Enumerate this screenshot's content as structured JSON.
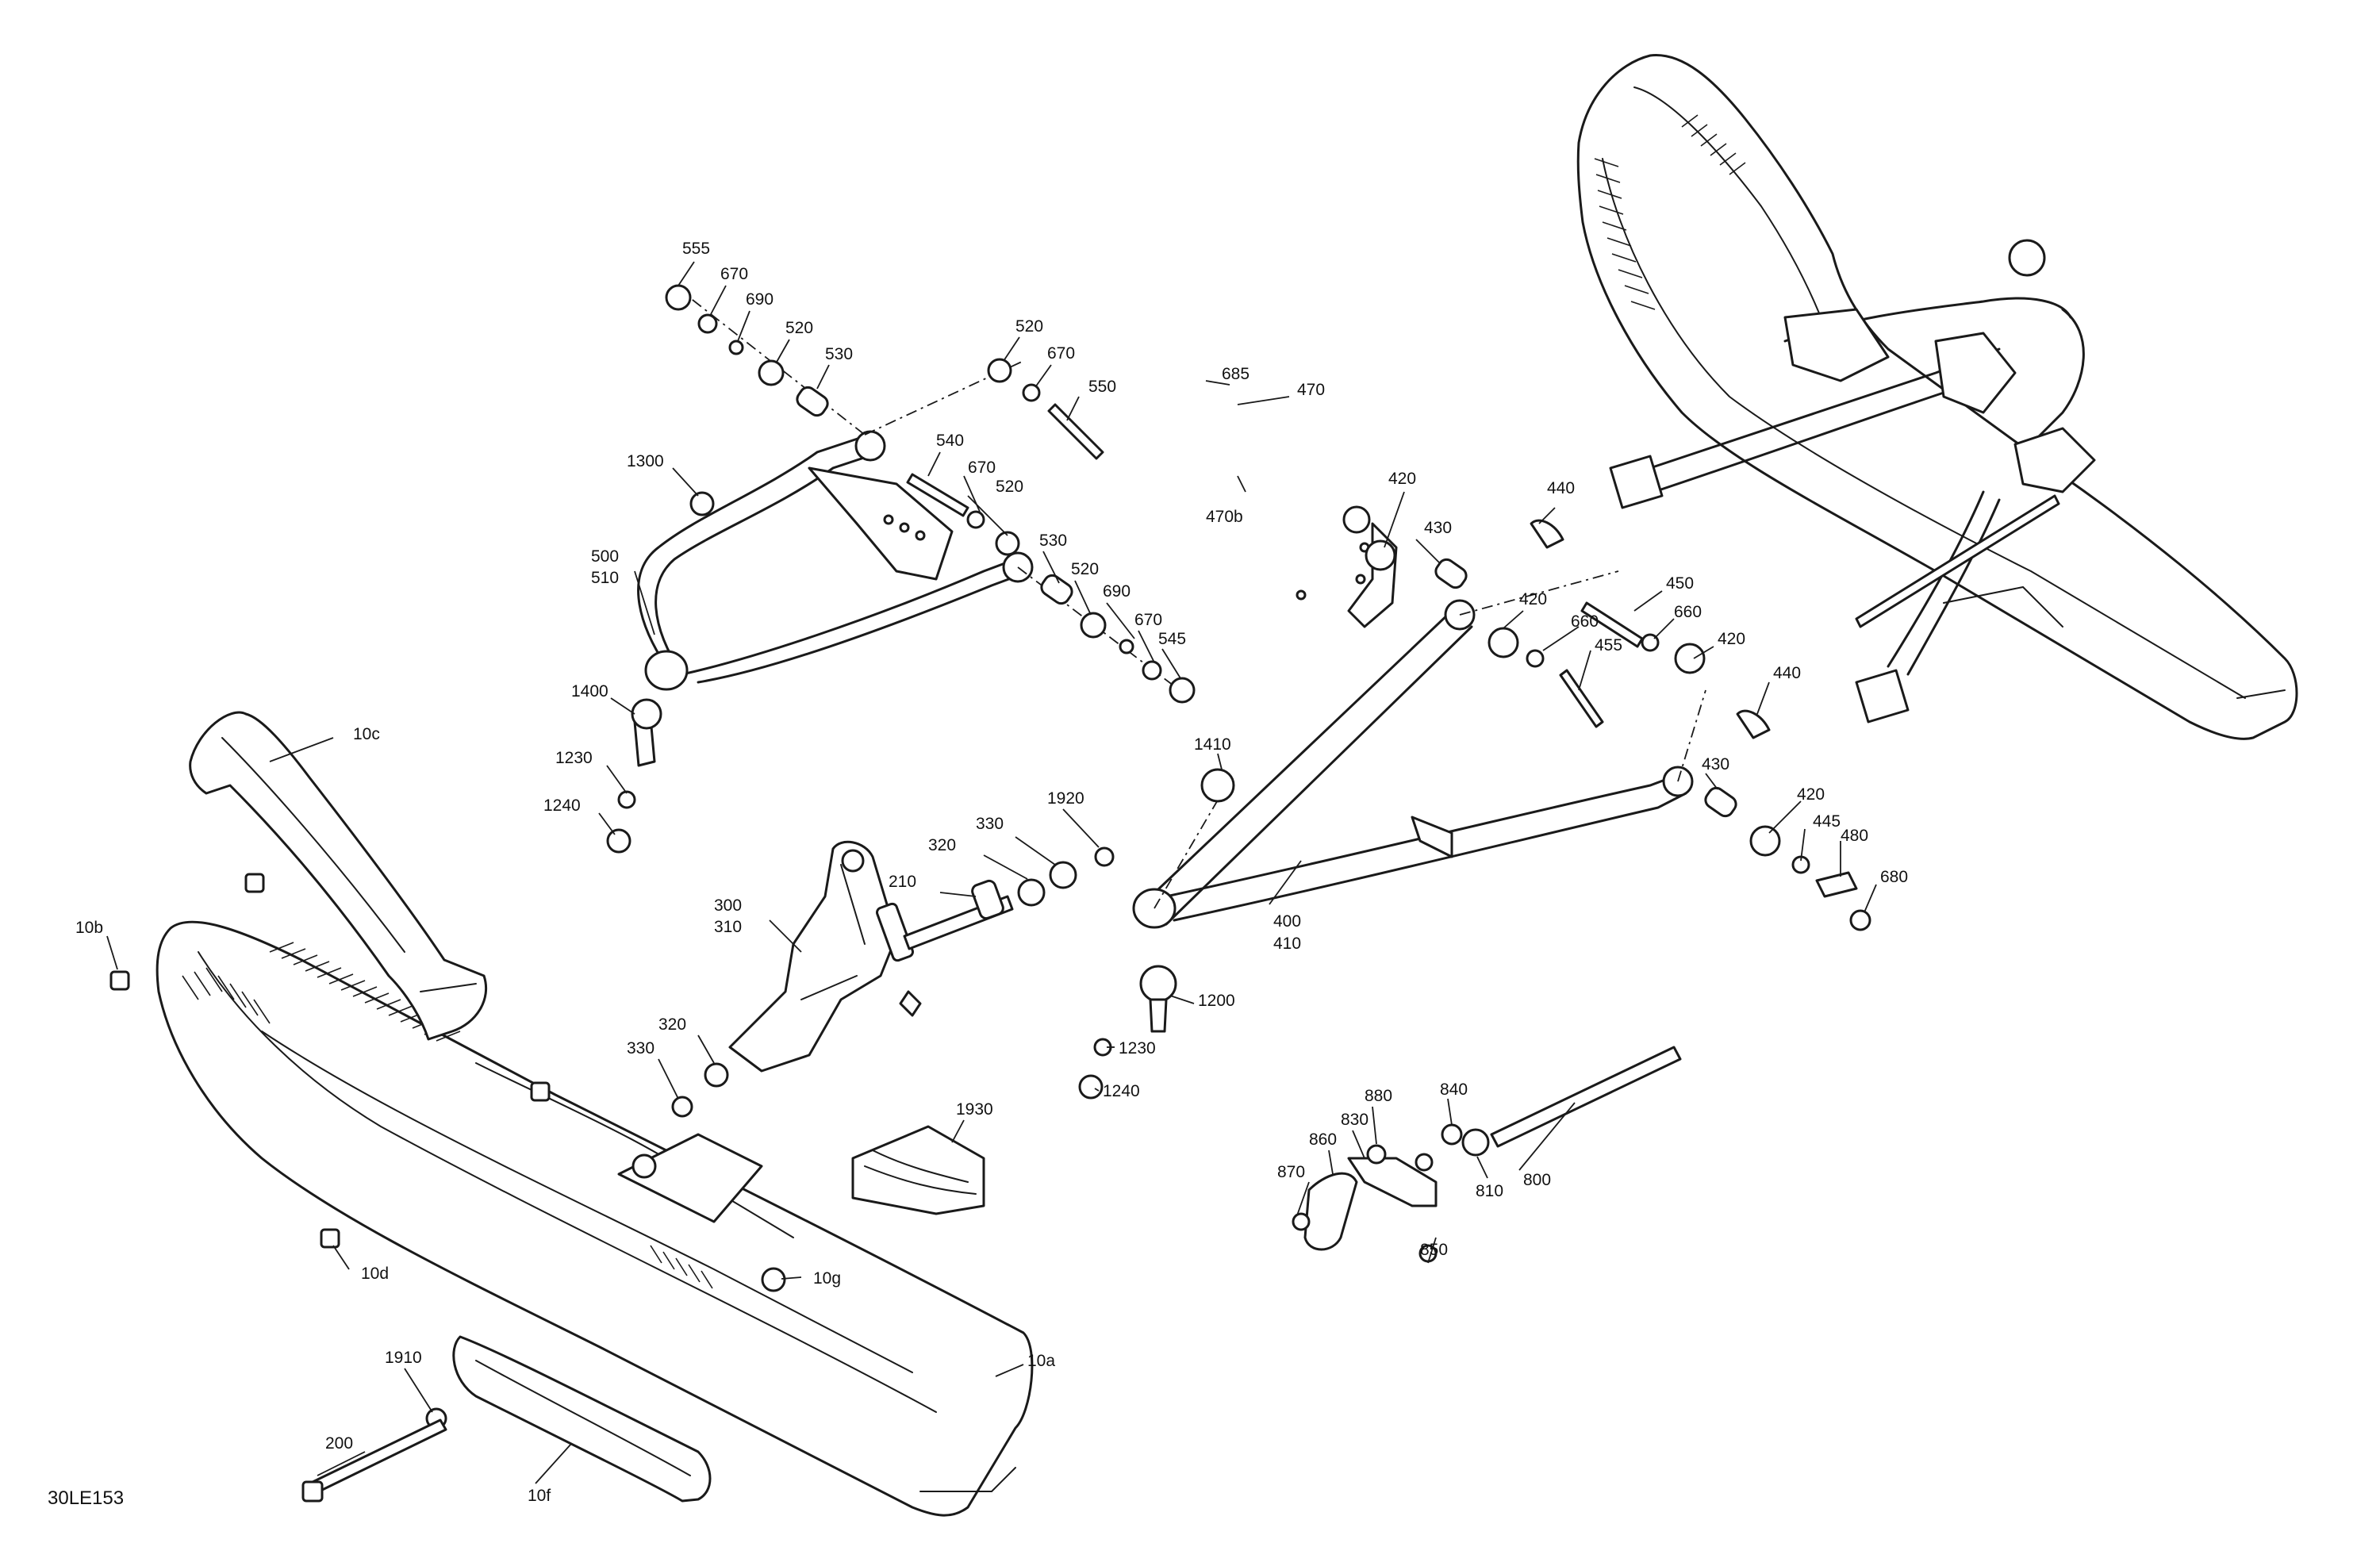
{
  "diagram_code": "30LE153",
  "labels": {
    "l555": "555",
    "l670a": "670",
    "l690a": "690",
    "l520a": "520",
    "l530a": "530",
    "l520b": "520",
    "l670b": "670",
    "l550": "550",
    "l540": "540",
    "l670c": "670",
    "l520c": "520",
    "l1300": "1300",
    "l500": "500",
    "l510": "510",
    "l530b": "530",
    "l520d": "520",
    "l690b": "690",
    "l670d": "670",
    "l545": "545",
    "l1400": "1400",
    "l1230a": "1230",
    "l1240a": "1240",
    "l10c": "10c",
    "l10b": "10b",
    "l10d": "10d",
    "l10g": "10g",
    "l10a": "10a",
    "l10f": "10f",
    "l200": "200",
    "l1910": "1910",
    "l300": "300",
    "l310": "310",
    "l210": "210",
    "l320a": "320",
    "l330a": "330",
    "l1920": "1920",
    "l320b": "320",
    "l330b": "330",
    "l1930": "1930",
    "l685": "685",
    "l470": "470",
    "l470b": "470b",
    "l420a": "420",
    "l430a": "430",
    "l440a": "440",
    "l1410": "1410",
    "l420b": "420",
    "l660a": "660",
    "l455": "455",
    "l450": "450",
    "l660b": "660",
    "l420c": "420",
    "l440b": "440",
    "l430b": "430",
    "l420d": "420",
    "l445": "445",
    "l480": "480",
    "l680": "680",
    "l400": "400",
    "l410": "410",
    "l1200": "1200",
    "l1230b": "1230",
    "l1240b": "1240",
    "l840": "840",
    "l880": "880",
    "l830": "830",
    "l860": "860",
    "l870": "870",
    "l800": "800",
    "l810": "810",
    "l850": "850"
  }
}
